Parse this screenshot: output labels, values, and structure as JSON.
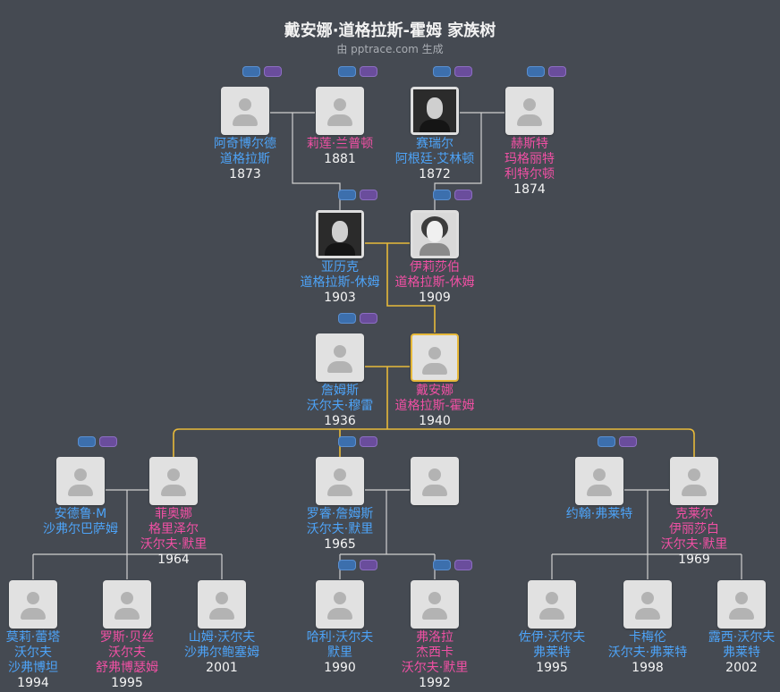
{
  "header": {
    "title": "戴安娜·道格拉斯-霍姆 家族树",
    "subtitle": "由 pptrace.com 生成"
  },
  "colors": {
    "male": "#4da3f7",
    "female": "#f050a4",
    "focus_line": "#e7b93a",
    "line": "#d0d0d0",
    "background": "#454a52"
  },
  "people": [
    {
      "id": "archibald",
      "gender": "male",
      "lines": [
        "阿奇博尔德",
        "道格拉斯"
      ],
      "year": "1873",
      "photo": "placeholder-avatar-icon"
    },
    {
      "id": "lilian",
      "gender": "female",
      "lines": [
        "莉莲·兰普顿"
      ],
      "year": "1881",
      "photo": "placeholder-avatar-icon"
    },
    {
      "id": "cyril",
      "gender": "male",
      "lines": [
        "赛瑞尔",
        "阿根廷·艾林顿"
      ],
      "year": "1872",
      "photo": "portrait-photo"
    },
    {
      "id": "hester",
      "gender": "female",
      "lines": [
        "赫斯特",
        "玛格丽特",
        "利特尔顿"
      ],
      "year": "1874",
      "photo": "placeholder-avatar-icon"
    },
    {
      "id": "alec",
      "gender": "male",
      "lines": [
        "亚历克",
        "道格拉斯-休姆"
      ],
      "year": "1903",
      "photo": "portrait-photo"
    },
    {
      "id": "elizabeth",
      "gender": "female",
      "lines": [
        "伊莉莎伯",
        "道格拉斯-休姆"
      ],
      "year": "1909",
      "photo": "portrait-photo"
    },
    {
      "id": "james",
      "gender": "male",
      "lines": [
        "詹姆斯",
        "沃尔夫·穆雷"
      ],
      "year": "1936",
      "photo": "placeholder-avatar-icon"
    },
    {
      "id": "diana",
      "gender": "female",
      "lines": [
        "戴安娜",
        "道格拉斯-霍姆"
      ],
      "year": "1940",
      "photo": "placeholder-avatar-icon",
      "focus": true
    },
    {
      "id": "andrew",
      "gender": "male",
      "lines": [
        "安德鲁·M",
        "沙弗尔巴萨姆"
      ],
      "year": "",
      "photo": "placeholder-avatar-icon"
    },
    {
      "id": "fiona",
      "gender": "female",
      "lines": [
        "菲奥娜",
        "格里泽尔",
        "沃尔夫·默里"
      ],
      "year": "1964",
      "photo": "placeholder-avatar-icon"
    },
    {
      "id": "ross",
      "gender": "male",
      "lines": [
        "罗睿·詹姆斯",
        "沃尔夫·默里"
      ],
      "year": "1965",
      "photo": "placeholder-avatar-icon"
    },
    {
      "id": "ross_spouse",
      "gender": "female",
      "lines": [],
      "year": "",
      "photo": "placeholder-avatar-icon"
    },
    {
      "id": "john",
      "gender": "male",
      "lines": [
        "约翰·弗莱特"
      ],
      "year": "",
      "photo": "placeholder-avatar-icon"
    },
    {
      "id": "claire",
      "gender": "female",
      "lines": [
        "克莱尔",
        "伊丽莎白",
        "沃尔夫·默里"
      ],
      "year": "1969",
      "photo": "placeholder-avatar-icon"
    },
    {
      "id": "molly",
      "gender": "male",
      "lines": [
        "莫莉·蕾塔",
        "沃尔夫",
        "沙弗博坦"
      ],
      "year": "1994",
      "photo": "placeholder-avatar-icon"
    },
    {
      "id": "rosie",
      "gender": "female",
      "lines": [
        "罗斯·贝丝",
        "沃尔夫",
        "舒弗博瑟姆"
      ],
      "year": "1995",
      "photo": "placeholder-avatar-icon"
    },
    {
      "id": "sam",
      "gender": "male",
      "lines": [
        "山姆·沃尔夫",
        "沙弗尔鲍塞姆"
      ],
      "year": "2001",
      "photo": "placeholder-avatar-icon"
    },
    {
      "id": "harry",
      "gender": "male",
      "lines": [
        "哈利·沃尔夫",
        "默里"
      ],
      "year": "1990",
      "photo": "placeholder-avatar-icon"
    },
    {
      "id": "flora",
      "gender": "female",
      "lines": [
        "弗洛拉",
        "杰西卡",
        "沃尔夫·默里"
      ],
      "year": "1992",
      "photo": "placeholder-avatar-icon"
    },
    {
      "id": "zoe",
      "gender": "male",
      "lines": [
        "佐伊·沃尔夫",
        "弗莱特"
      ],
      "year": "1995",
      "photo": "placeholder-avatar-icon"
    },
    {
      "id": "camilla",
      "gender": "male",
      "lines": [
        "卡梅伦",
        "沃尔夫·弗莱特"
      ],
      "year": "1998",
      "photo": "placeholder-avatar-icon"
    },
    {
      "id": "lucy",
      "gender": "male",
      "lines": [
        "露西·沃尔夫",
        "弗莱特"
      ],
      "year": "2002",
      "photo": "placeholder-avatar-icon"
    }
  ]
}
